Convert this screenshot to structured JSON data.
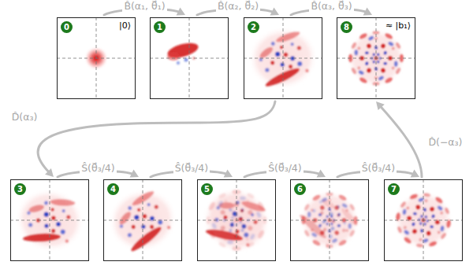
{
  "diagram": {
    "nodes": [
      {
        "text": [
          "0",
          "|0⟩"
        ]
      },
      {
        "text": [
          "1"
        ]
      },
      {
        "text": [
          "2"
        ]
      },
      {
        "text": [
          "8",
          "≈ |b₁⟩"
        ]
      },
      {
        "text": [
          "3"
        ]
      },
      {
        "text": [
          "4"
        ]
      },
      {
        "text": [
          "5"
        ]
      },
      {
        "text": [
          "6"
        ]
      },
      {
        "text": [
          "7"
        ]
      }
    ],
    "edges": [
      {
        "from": 0,
        "to": 1,
        "label": "B̂(α₁, θ⃗₁)",
        "arrow": "to"
      },
      {
        "from": 1,
        "to": 2,
        "label": "B̂(α₂, θ⃗₂)",
        "arrow": "to"
      },
      {
        "from": 2,
        "to": 3,
        "label": "B̂(α₃, θ⃗₃)",
        "arrow": "to"
      },
      {
        "from": 2,
        "to": 4,
        "label": "D̂(α₃)",
        "arrow": "to"
      },
      {
        "from": 4,
        "to": 5,
        "label": "Ŝ(θ⃗₃/4)",
        "arrow": "to"
      },
      {
        "from": 5,
        "to": 6,
        "label": "Ŝ(θ⃗₃/4)",
        "arrow": "to"
      },
      {
        "from": 6,
        "to": 7,
        "label": "Ŝ(θ⃗₃/4)",
        "arrow": "to"
      },
      {
        "from": 7,
        "to": 8,
        "label": "Ŝ(θ⃗₃/4)",
        "arrow": "to"
      },
      {
        "from": 8,
        "to": 3,
        "label": "D̂(−α₃)",
        "arrow": "to"
      }
    ]
  }
}
